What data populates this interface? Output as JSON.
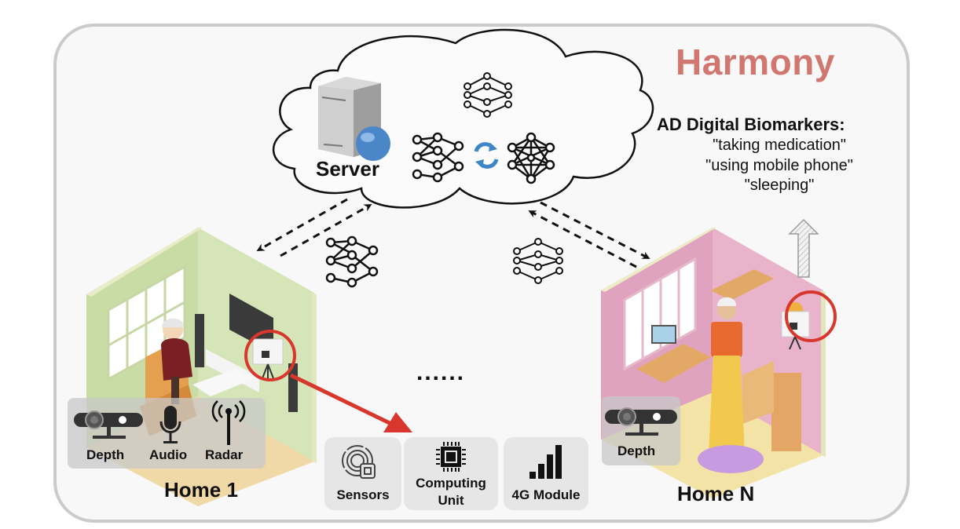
{
  "title": "Harmony",
  "colors": {
    "title": "#d27770",
    "highlight_circle": "#d7372c",
    "arrow_red": "#d7372c",
    "frame_border": "#cbcbcb",
    "home1_wall": "#c9dca6",
    "homeN_wall": "#e0a3bf",
    "server_globe": "#4a86c8",
    "sync_icon": "#3f86c9"
  },
  "cloud": {
    "server_label": "Server",
    "icons": [
      "server-icon",
      "neural-network-icon",
      "neural-network-icon",
      "sync-icon",
      "neural-network-icon"
    ]
  },
  "biomarkers": {
    "heading": "AD Digital Biomarkers:",
    "items": [
      "\"taking medication\"",
      "\"using mobile phone\"",
      "\"sleeping\""
    ]
  },
  "homes": [
    {
      "label": "Home 1",
      "sensors": [
        {
          "label": "Depth",
          "icon": "depth-camera-icon"
        },
        {
          "label": "Audio",
          "icon": "microphone-icon"
        },
        {
          "label": "Radar",
          "icon": "radar-antenna-icon"
        }
      ]
    },
    {
      "label": "Home N",
      "sensors": [
        {
          "label": "Depth",
          "icon": "depth-camera-icon"
        }
      ]
    }
  ],
  "ellipsis": "......",
  "modules": [
    {
      "label": "Sensors",
      "icon": "sensors-icon"
    },
    {
      "label": "Computing Unit",
      "line1": "Computing",
      "line2": "Unit",
      "icon": "chip-icon"
    },
    {
      "label": "4G Module",
      "icon": "signal-bars-icon"
    }
  ]
}
